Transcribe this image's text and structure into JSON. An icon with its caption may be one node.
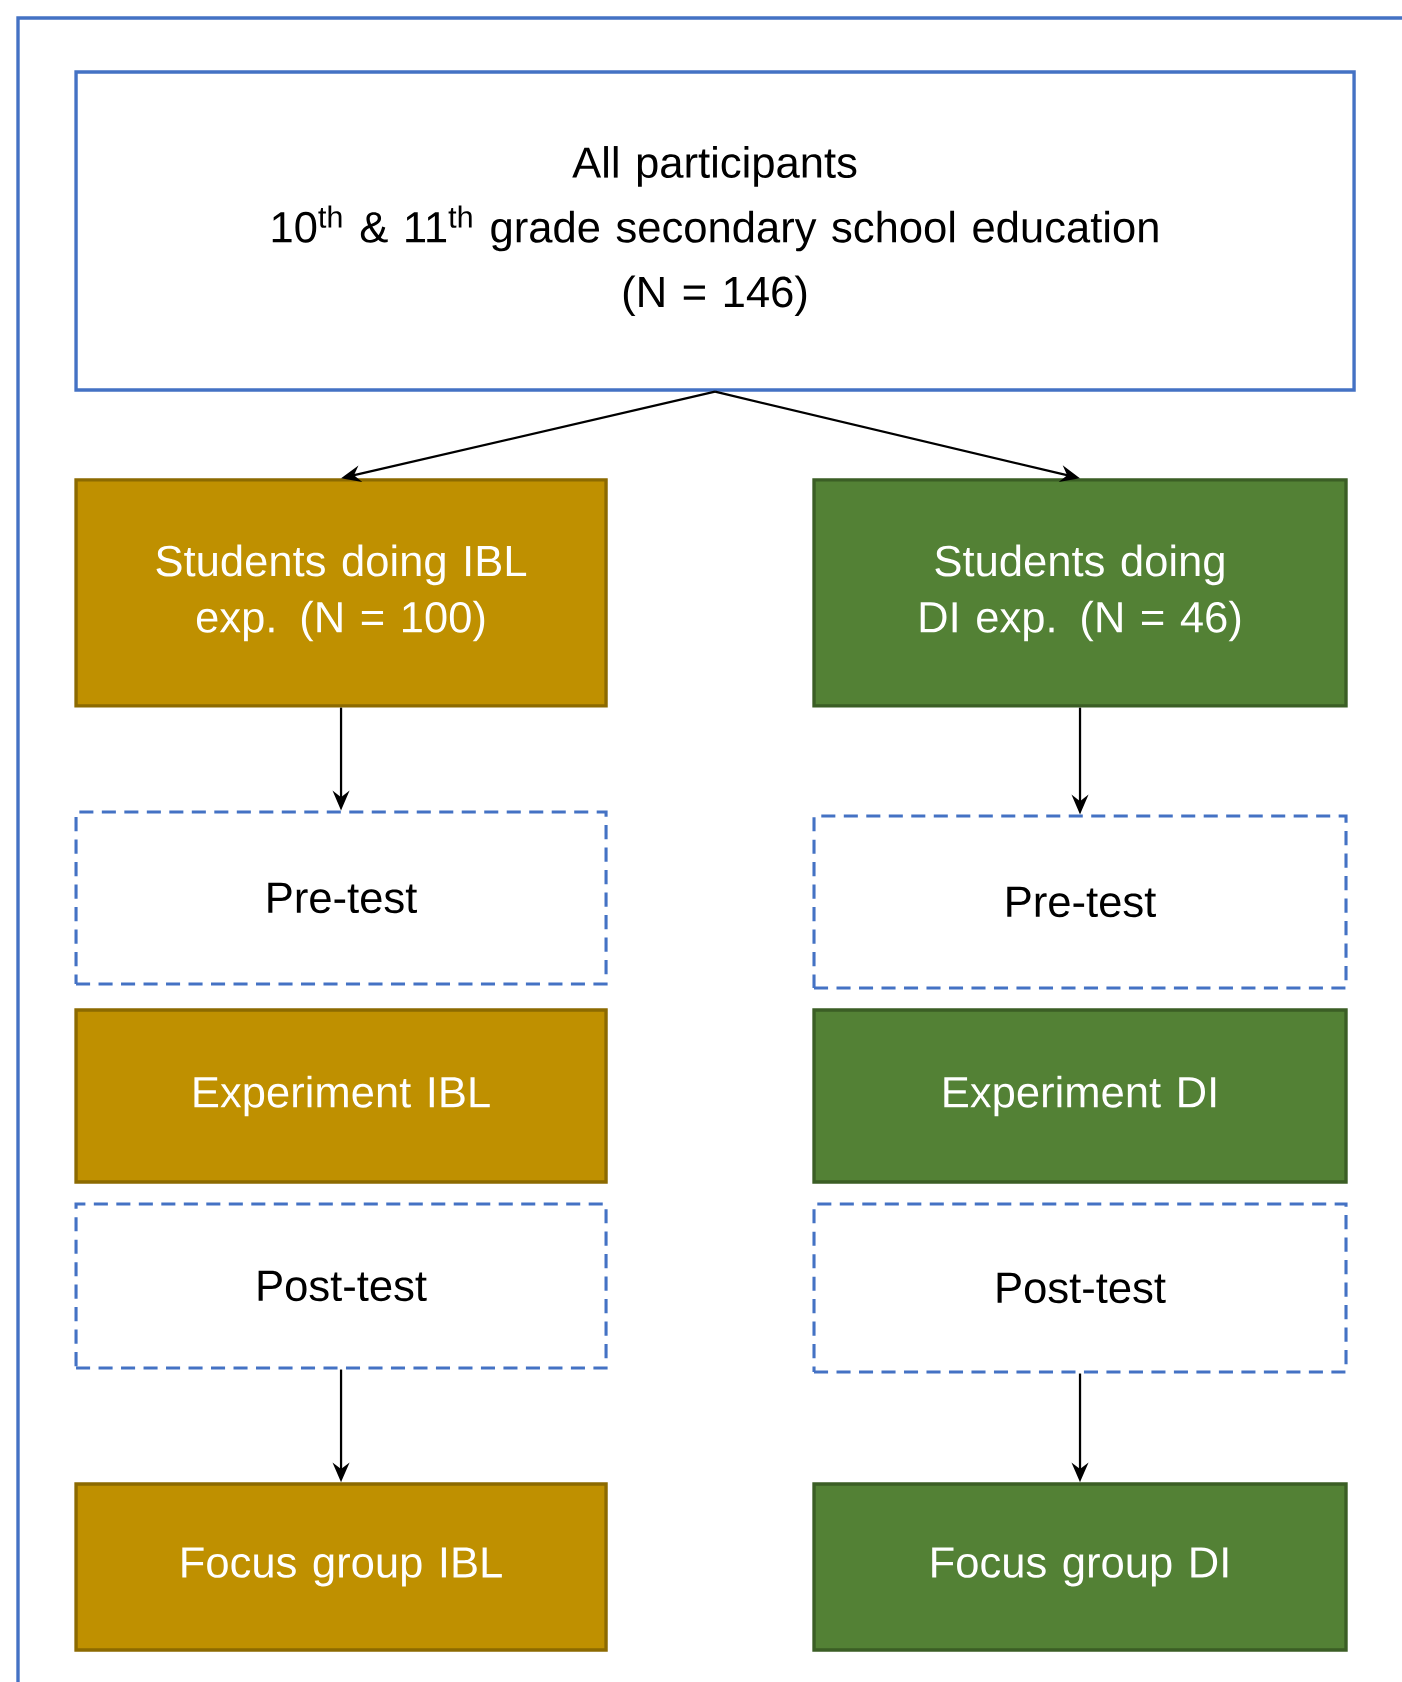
{
  "diagram": {
    "nodes": [
      {
        "text": [
          "All participants",
          "10$^{th}$ & 11$^{th}$ grade secondary school education",
          "(N = 146)"
        ]
      },
      {
        "text": [
          "Students doing IBL exp. (N = 100)"
        ]
      },
      {
        "text": [
          "Students doing DI exp. (N = 46)"
        ]
      },
      {
        "text": [
          "Pre-test"
        ]
      },
      {
        "text": [
          "Pre-test"
        ]
      },
      {
        "text": [
          "Experiment IBL"
        ]
      },
      {
        "text": [
          "Experiment DI"
        ]
      },
      {
        "text": [
          "Post-test"
        ]
      },
      {
        "text": [
          "Post-test"
        ]
      },
      {
        "text": [
          "Focus group IBL"
        ]
      },
      {
        "text": [
          "Focus group DI"
        ]
      }
    ],
    "edges": [
      {
        "from": 0,
        "to": 1,
        "arrow": "to"
      },
      {
        "from": 0,
        "to": 2,
        "arrow": "to"
      },
      {
        "from": 1,
        "to": 3,
        "arrow": "to"
      },
      {
        "from": 2,
        "to": 4,
        "arrow": "to"
      },
      {
        "from": 7,
        "to": 9,
        "arrow": "to"
      },
      {
        "from": 8,
        "to": 10,
        "arrow": "to"
      }
    ]
  }
}
